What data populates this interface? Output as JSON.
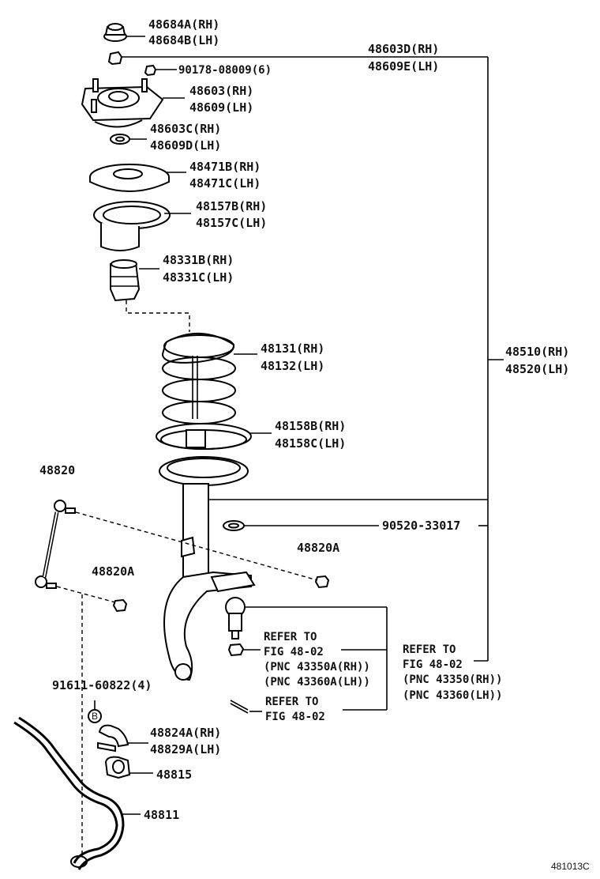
{
  "labels": {
    "p48684": [
      "48684A(RH)",
      "48684B(LH)"
    ],
    "p48603d": [
      "48603D(RH)",
      "48609E(LH)"
    ],
    "p90178": [
      "90178-08009(6)"
    ],
    "p48603": [
      "48603(RH)",
      "48609(LH)"
    ],
    "p48603c": [
      "48603C(RH)",
      "48609D(LH)"
    ],
    "p48471": [
      "48471B(RH)",
      "48471C(LH)"
    ],
    "p48157": [
      "48157B(RH)",
      "48157C(LH)"
    ],
    "p48331": [
      "48331B(RH)",
      "48331C(LH)"
    ],
    "p48131": [
      "48131(RH)",
      "48132(LH)"
    ],
    "p48510": [
      "48510(RH)",
      "48520(LH)"
    ],
    "p48158": [
      "48158B(RH)",
      "48158C(LH)"
    ],
    "p48820": [
      "48820"
    ],
    "p90520": [
      "90520-33017"
    ],
    "p48820a_right": [
      "48820A"
    ],
    "p48820a_left": [
      "48820A"
    ],
    "refer1": [
      "REFER TO",
      "FIG 48-02",
      "(PNC 43350A(RH))",
      "(PNC 43360A(LH))"
    ],
    "refer2": [
      "REFER TO",
      "FIG 48-02",
      "(PNC 43350(RH))",
      "(PNC 43360(LH))"
    ],
    "refer3": [
      "REFER TO",
      "FIG 48-02"
    ],
    "p91611": [
      "91611-60822(4)"
    ],
    "p48824": [
      "48824A(RH)",
      "48829A(LH)"
    ],
    "p48815": [
      "48815"
    ],
    "p48811": [
      "48811"
    ],
    "bolt_marker": "B",
    "figure_code": "481013C"
  }
}
